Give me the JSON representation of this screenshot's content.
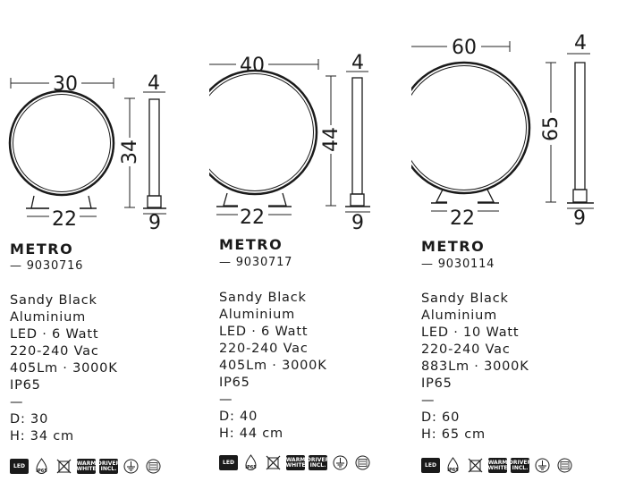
{
  "products": [
    {
      "name": "METRO",
      "code": "— 9030716",
      "dims": {
        "width": "30",
        "depth": "4",
        "height": "34",
        "base": "22",
        "base_depth": "9"
      },
      "specs": [
        "Sandy Black",
        "Aluminium",
        "LED · 6 Watt",
        "220-240 Vac",
        "405Lm · 3000K",
        "IP65",
        "—",
        "D: 30",
        "H: 34 cm"
      ]
    },
    {
      "name": "METRO",
      "code": "— 9030717",
      "dims": {
        "width": "40",
        "depth": "4",
        "height": "44",
        "base": "22",
        "base_depth": "9"
      },
      "specs": [
        "Sandy Black",
        "Aluminium",
        "LED · 6 Watt",
        "220-240 Vac",
        "405Lm · 3000K",
        "IP65",
        "—",
        "D: 40",
        "H: 44 cm"
      ]
    },
    {
      "name": "METRO",
      "code": "— 9030114",
      "dims": {
        "width": "60",
        "depth": "4",
        "height": "65",
        "base": "22",
        "base_depth": "9"
      },
      "specs": [
        "Sandy Black",
        "Aluminium",
        "LED · 10 Watt",
        "220-240 Vac",
        "883Lm · 3000K",
        "IP65",
        "—",
        "D: 60",
        "H: 65 cm"
      ]
    }
  ],
  "icons": {
    "led": "LED",
    "ip": "IP65",
    "warm": [
      "WARM",
      "WHITE"
    ],
    "driver": [
      "DRIVER",
      "INCL."
    ]
  }
}
